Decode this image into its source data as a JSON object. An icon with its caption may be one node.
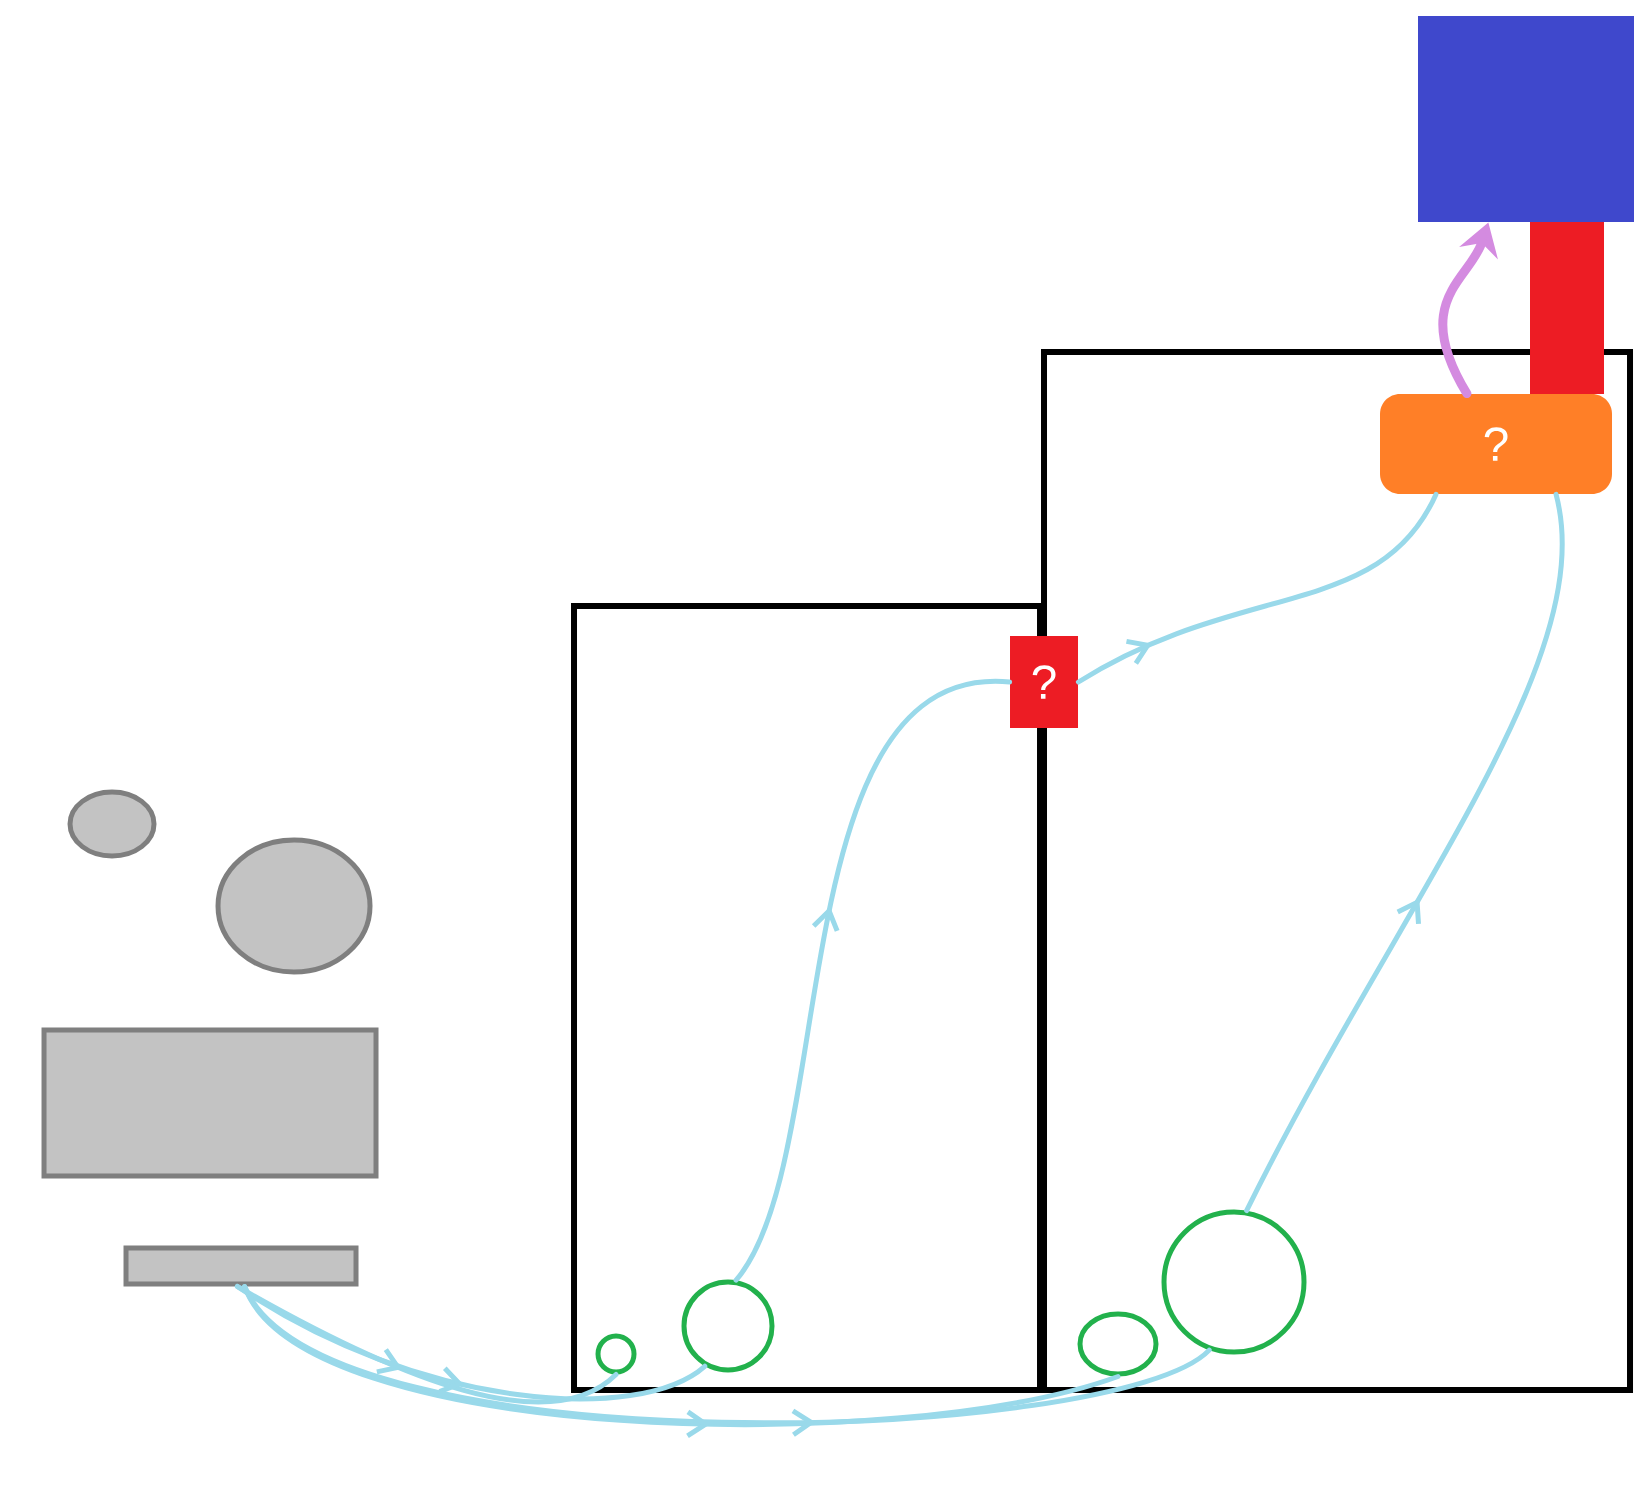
{
  "diagram": {
    "nodes": [
      {
        "text": [],
        "shape": "circle"
      },
      {
        "text": [],
        "shape": "circle"
      },
      {
        "text": [],
        "shape": "box"
      },
      {
        "text": [],
        "shape": "bar"
      },
      {
        "text": [],
        "shape": "box"
      },
      {
        "text": [],
        "shape": "circle",
        "in": 4
      },
      {
        "text": [],
        "shape": "circle",
        "in": 4
      },
      {
        "text": [],
        "shape": "box"
      },
      {
        "text": [],
        "shape": "circle",
        "in": 7
      },
      {
        "text": [],
        "shape": "circle",
        "in": 7
      },
      {
        "text": [
          "?"
        ]
      },
      {
        "text": [
          "?"
        ],
        "in": 7
      },
      {
        "text": [],
        "shape": "bar"
      },
      {
        "text": [],
        "shape": "box"
      }
    ],
    "edges": [
      {
        "from": 3,
        "to": 5,
        "arrow": "to"
      },
      {
        "from": 3,
        "to": 6,
        "arrow": "to"
      },
      {
        "from": 3,
        "to": 8,
        "arrow": "to"
      },
      {
        "from": 3,
        "to": 9,
        "arrow": "to"
      },
      {
        "from": 6,
        "to": 10,
        "arrow": "to"
      },
      {
        "from": 10,
        "to": 11,
        "arrow": "to"
      },
      {
        "from": 9,
        "to": 11,
        "arrow": "to"
      },
      {
        "from": 11,
        "to": 13,
        "arrow": "to",
        "style": "thick",
        "color": "#d48be0"
      }
    ]
  }
}
